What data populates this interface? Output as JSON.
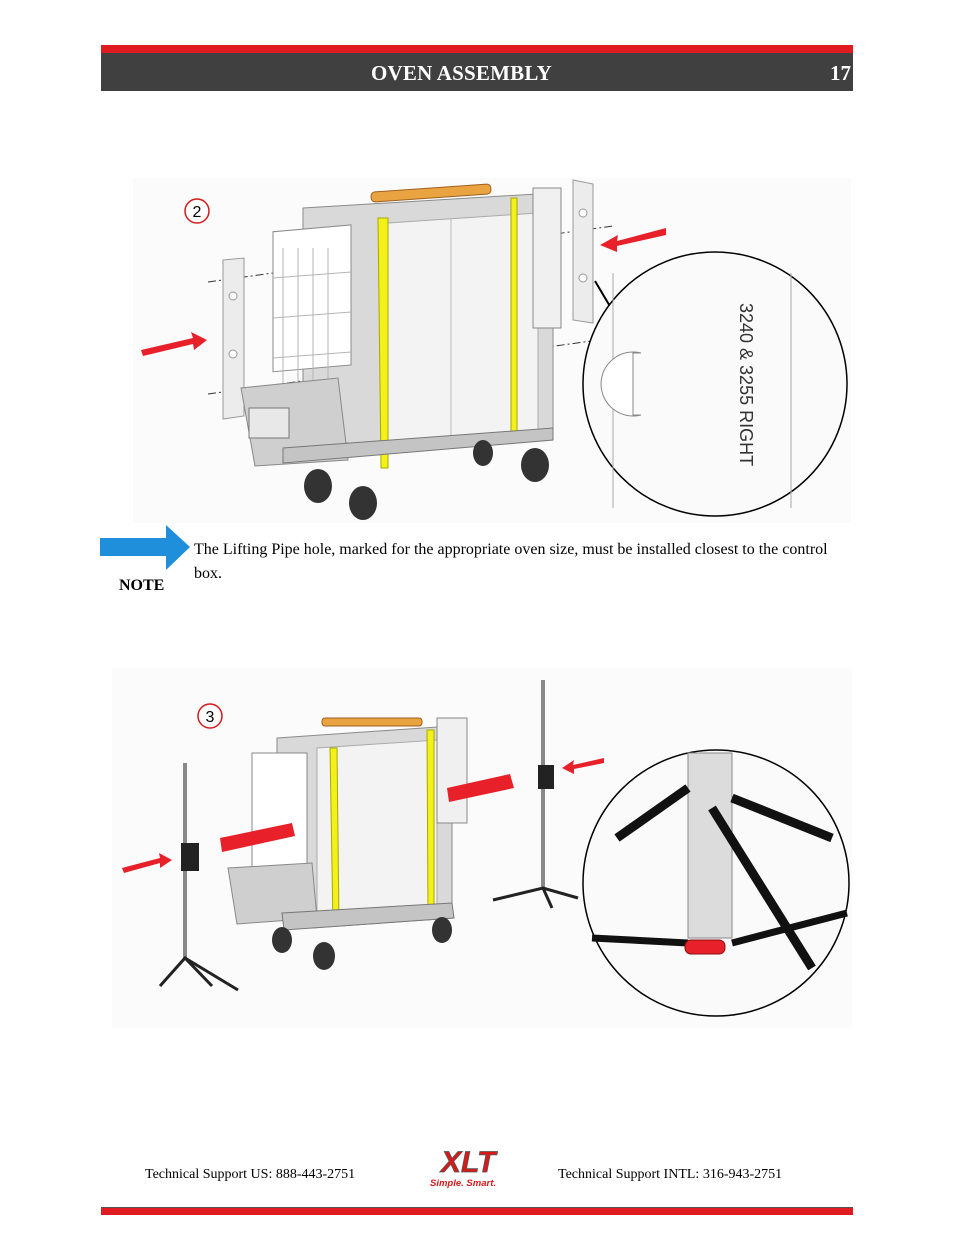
{
  "header": {
    "title": "OVEN ASSEMBLY",
    "page_number": "17"
  },
  "figure1": {
    "step_number": "2",
    "callout_label": "3240 & 3255 RIGHT"
  },
  "note": {
    "label": "NOTE",
    "text": "The Lifting Pipe hole, marked for the appropriate oven size, must be installed closest to the control box."
  },
  "figure2": {
    "step_number": "3"
  },
  "footer": {
    "support_us": "Technical Support  US:  888-443-2751",
    "support_intl": "Technical Support  INTL:  316-943-2751",
    "logo_text": "XLT",
    "logo_tagline": "Simple. Smart."
  },
  "colors": {
    "header_red": "#e01b22",
    "header_dark": "#404040",
    "note_arrow": "#1f8fdc",
    "strap_yellow": "#f2f21a",
    "pipe_red": "#e8202a"
  }
}
